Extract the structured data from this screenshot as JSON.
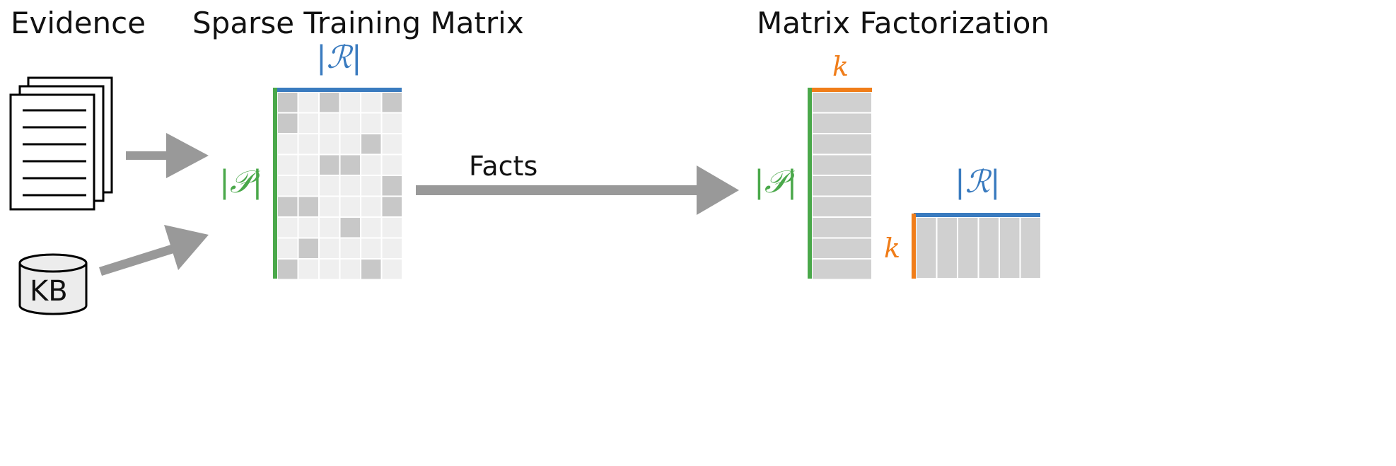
{
  "headings": {
    "evidence": "Evidence",
    "sparse_matrix": "Sparse Training Matrix",
    "factorization": "Matrix Factorization"
  },
  "labels": {
    "relations_top": "|ℛ|",
    "pairs_left": "|𝒫|",
    "facts": "Facts",
    "pairs_factor": "|𝒫|",
    "k_top": "k",
    "k_left": "k",
    "relations_factor": "|ℛ|",
    "kb": "KB"
  },
  "colors": {
    "relations": "#3a7bbf",
    "pairs": "#4aa84a",
    "latent": "#f07d19",
    "arrow": "#999999",
    "cell_empty": "#efefef",
    "cell_filled": "#c8c8c8",
    "factor_cell": "#d0d0d0"
  },
  "sparse_matrix": {
    "rows": 9,
    "cols": 6,
    "filled": [
      [
        0,
        0
      ],
      [
        0,
        2
      ],
      [
        0,
        5
      ],
      [
        1,
        0
      ],
      [
        2,
        4
      ],
      [
        3,
        2
      ],
      [
        3,
        3
      ],
      [
        4,
        5
      ],
      [
        5,
        0
      ],
      [
        5,
        1
      ],
      [
        5,
        5
      ],
      [
        6,
        3
      ],
      [
        7,
        1
      ],
      [
        8,
        0
      ],
      [
        8,
        4
      ]
    ]
  },
  "factor_left": {
    "rows": 9,
    "cols": 1
  },
  "factor_right": {
    "rows": 1,
    "cols": 6
  }
}
